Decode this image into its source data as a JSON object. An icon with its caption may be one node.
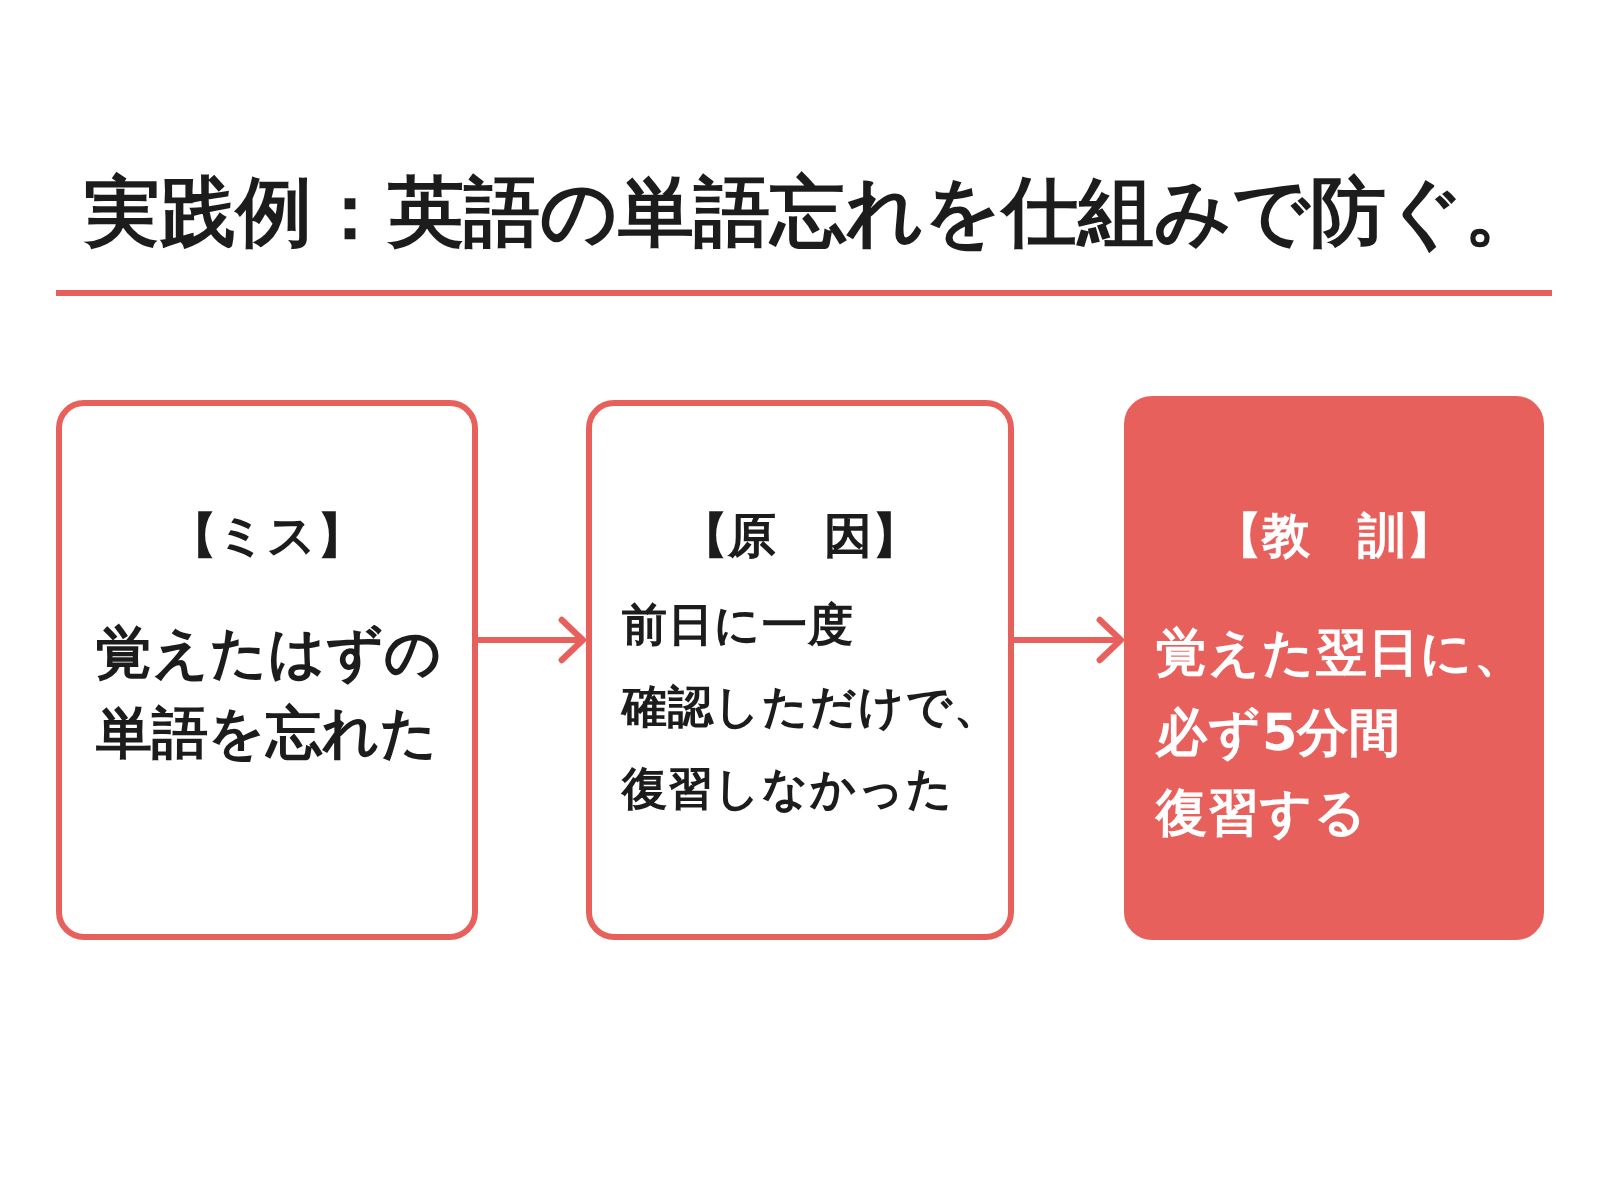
{
  "diagram": {
    "title": "実践例：英語の単語忘れを仕組みで防ぐ。",
    "nodes": [
      {
        "text": [
          "【ミス】",
          "覚えたはずの単語を忘れた"
        ]
      },
      {
        "text": [
          "【原　因】",
          "前日に一度確認しただけで、復習しなかった"
        ]
      },
      {
        "text": [
          "【教　訓】",
          "覚えた翌日に、必ず5分間復習する"
        ]
      }
    ],
    "edges": [
      {
        "from": 0,
        "to": 1,
        "arrow": "to"
      },
      {
        "from": 1,
        "to": 2,
        "arrow": "to"
      }
    ]
  }
}
